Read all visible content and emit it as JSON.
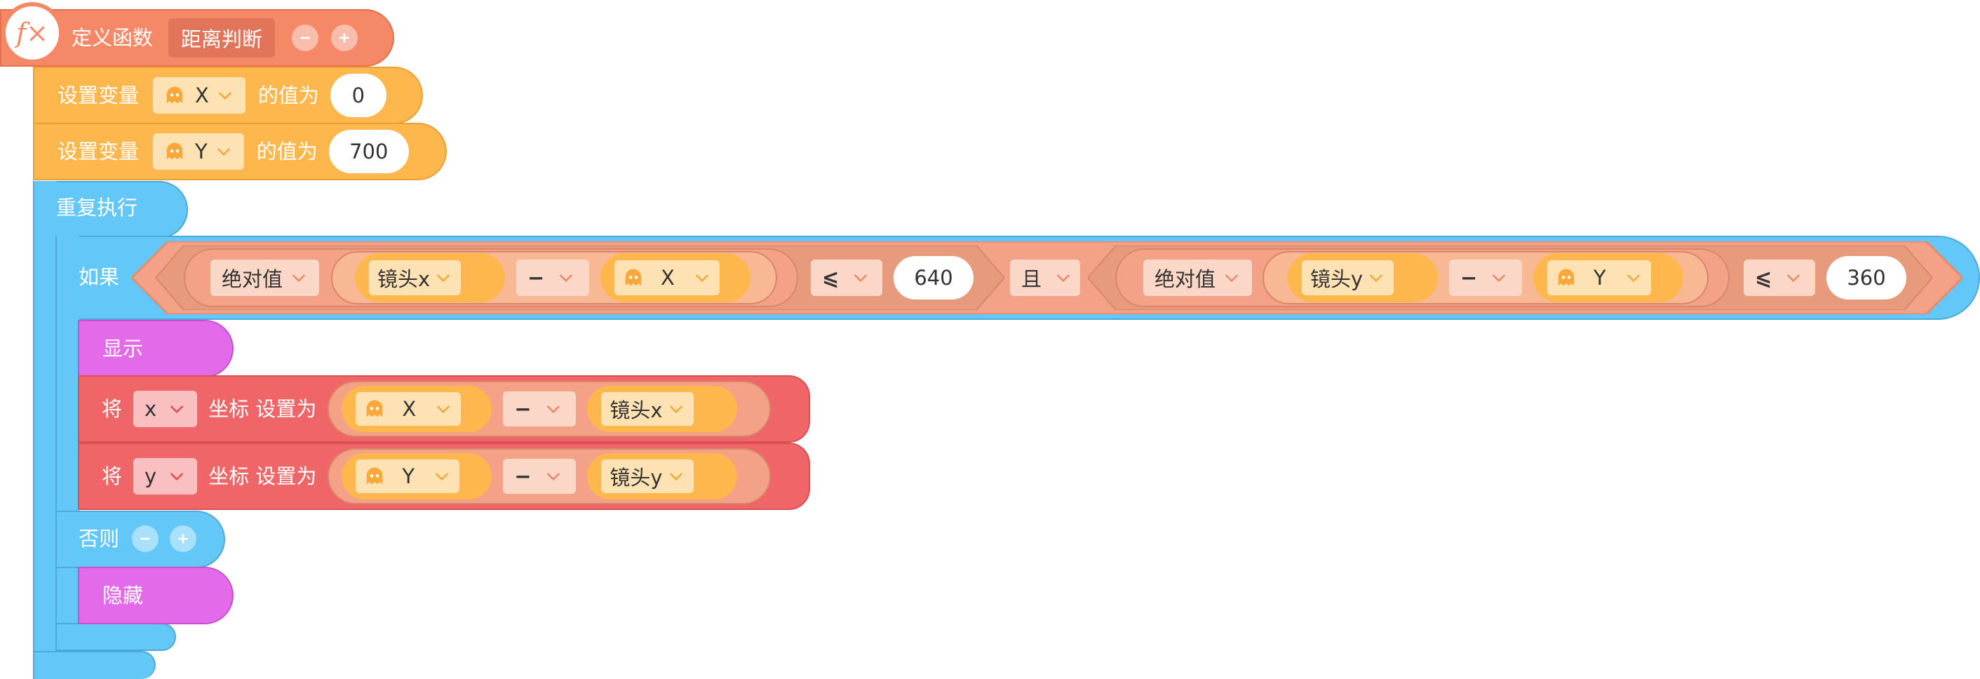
{
  "colors": {
    "function": "#F58867",
    "variable": "#FEB74C",
    "control": "#63C7F7",
    "looks": "#E36AE8",
    "motion": "#F06568",
    "operator": "#F3A187",
    "operator_dark": "#E89A7D",
    "operator_inner": "#F8B894"
  },
  "define": {
    "fx_label": "f×",
    "label": "定义函数",
    "name": "距离判断"
  },
  "set_x": {
    "label": "设置变量",
    "var": "X",
    "suffix": "的值为",
    "value": "0"
  },
  "set_y": {
    "label": "设置变量",
    "var": "Y",
    "suffix": "的值为",
    "value": "700"
  },
  "forever": {
    "label": "重复执行"
  },
  "if_block": {
    "label": "如果",
    "left": {
      "abs": "绝对值",
      "cam": "镜头x",
      "op": "−",
      "var": "X",
      "cmp": "⩽",
      "limit": "640"
    },
    "and": "且",
    "right": {
      "abs": "绝对值",
      "cam": "镜头y",
      "op": "−",
      "var": "Y",
      "cmp": "⩽",
      "limit": "360"
    }
  },
  "show": {
    "label": "显示"
  },
  "set_pos_x": {
    "prefix": "将",
    "axis": "x",
    "suffix": "坐标 设置为",
    "var": "X",
    "op": "−",
    "cam": "镜头x"
  },
  "set_pos_y": {
    "prefix": "将",
    "axis": "y",
    "suffix": "坐标 设置为",
    "var": "Y",
    "op": "−",
    "cam": "镜头y"
  },
  "else_block": {
    "label": "否则"
  },
  "hide": {
    "label": "隐藏"
  }
}
